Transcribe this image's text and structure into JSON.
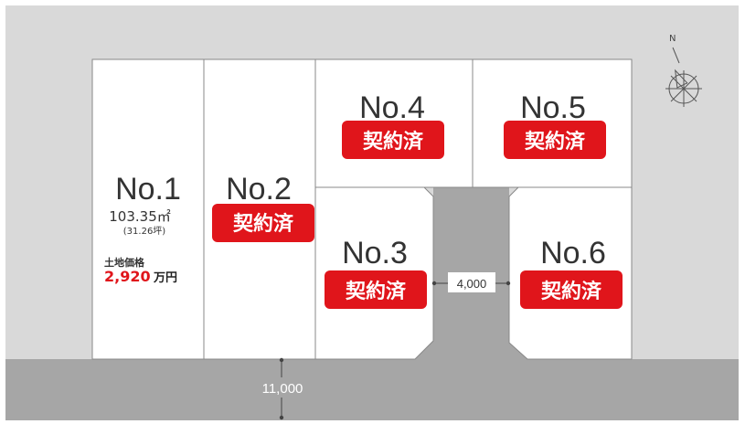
{
  "lots": [
    {
      "id": "lot-1",
      "label": "No.1",
      "area": "103.35㎡",
      "tsubo": "(31.26坪)",
      "price_label": "土地価格",
      "price_value": "2,920",
      "price_unit": "万円",
      "status": ""
    },
    {
      "id": "lot-2",
      "label": "No.2",
      "status": "契約済"
    },
    {
      "id": "lot-3",
      "label": "No.3",
      "status": "契約済"
    },
    {
      "id": "lot-4",
      "label": "No.4",
      "status": "契約済"
    },
    {
      "id": "lot-5",
      "label": "No.5",
      "status": "契約済"
    },
    {
      "id": "lot-6",
      "label": "No.6",
      "status": "契約済"
    }
  ],
  "dimensions": {
    "private_road_width": "4,000",
    "front_road_width": "11,000"
  },
  "compass": {
    "north_label": "N"
  },
  "colors": {
    "background": "#d9d9d9",
    "road": "#a6a6a6",
    "lot_fill": "#ffffff",
    "lot_border": "#888888",
    "badge": "#e0151b",
    "price": "#e0151b",
    "text": "#333333"
  }
}
